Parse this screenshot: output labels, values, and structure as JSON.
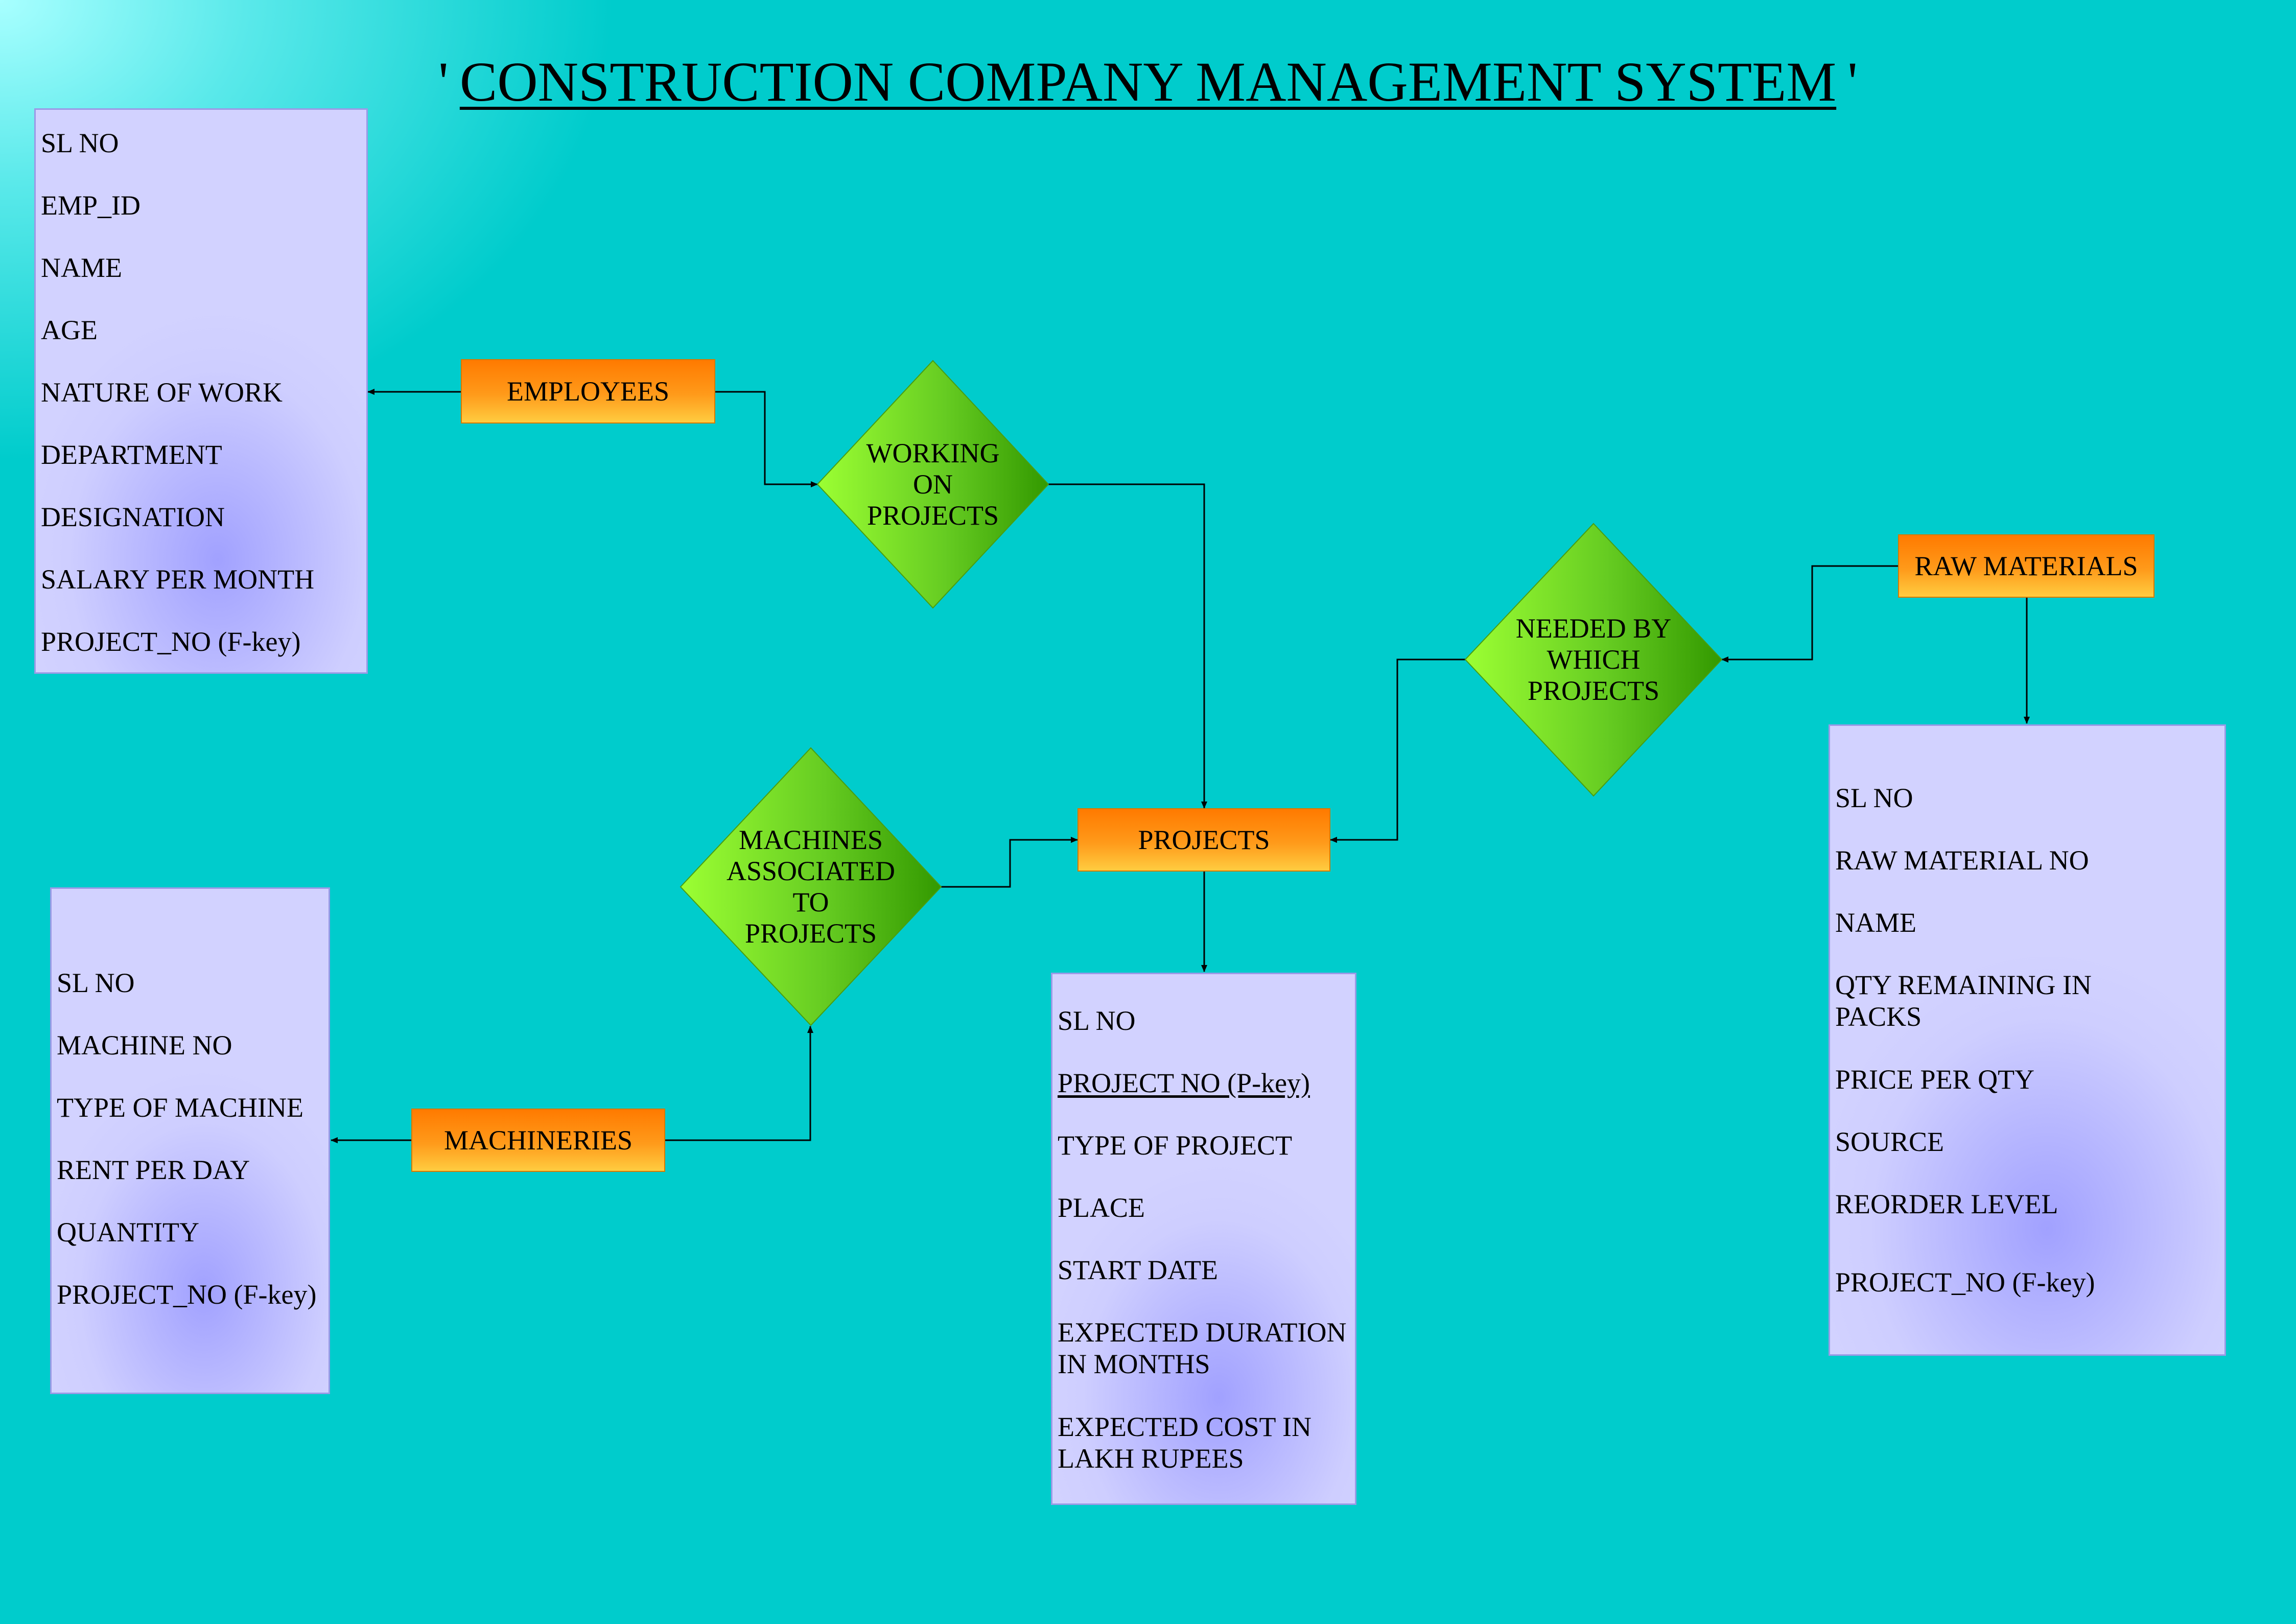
{
  "title": {
    "open_quote": "'",
    "text": "CONSTRUCTION  COMPANY  MANAGEMENT  SYSTEM",
    "close_quote": "'"
  },
  "entities": {
    "employees": "EMPLOYEES",
    "projects": "PROJECTS",
    "raw_materials": "RAW MATERIALS",
    "machineries": "MACHINERIES"
  },
  "relationships": {
    "working_on_projects": "WORKING\nON\nPROJECTS",
    "needed_by_which_projects": "NEEDED BY\nWHICH\nPROJECTS",
    "machines_associated_to_projects": "MACHINES\nASSOCIATED\nTO\nPROJECTS"
  },
  "employee_attributes": [
    "SL NO",
    "EMP_ID",
    "NAME",
    "AGE",
    "NATURE OF WORK",
    "DEPARTMENT",
    "DESIGNATION",
    "SALARY PER MONTH",
    "PROJECT_NO (F-key)"
  ],
  "machinery_attributes": [
    "SL NO",
    "MACHINE NO",
    "TYPE OF MACHINE",
    "RENT PER DAY",
    "QUANTITY",
    "PROJECT_NO (F-key)"
  ],
  "project_attributes": [
    "SL NO",
    "PROJECT NO (P-key)",
    "TYPE OF PROJECT",
    "PLACE",
    "START DATE",
    "EXPECTED DURATION\nIN MONTHS",
    "EXPECTED COST IN\nLAKH  RUPEES"
  ],
  "raw_material_attributes": [
    "SL NO",
    "RAW MATERIAL NO",
    "NAME",
    "QTY REMAINING IN\nPACKS",
    "PRICE PER QTY",
    "SOURCE",
    "REORDER LEVEL",
    "PROJECT_NO (F-key)"
  ],
  "colors": {
    "background": "#00cccc",
    "entity_fill": "#ff8c00",
    "relationship_fill": "#66cc22",
    "attribute_fill": "#c8c8ff"
  }
}
